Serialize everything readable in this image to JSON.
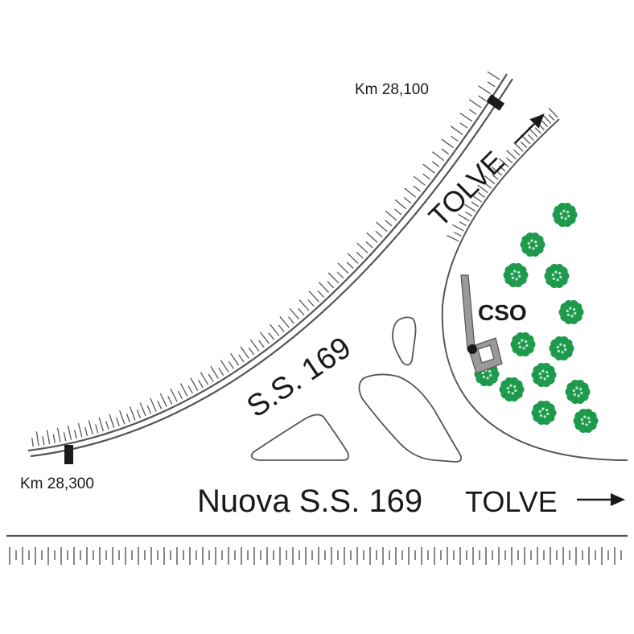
{
  "map": {
    "labels": {
      "km_top": "Km 28,100",
      "km_bottom": "Km 28,300",
      "road_old": "S.S. 169",
      "road_new": "Nuova S.S. 169",
      "direction_upper": "TOLVE",
      "direction_lower": "TOLVE",
      "site": "CSO"
    },
    "icons": [
      "arrow-icon",
      "tree-icon",
      "building-icon",
      "km-marker-icon"
    ],
    "colors": {
      "line": "#555555",
      "text": "#1a1a1a",
      "tree": "#1e9a4c",
      "building": "#9a9a9a"
    }
  }
}
